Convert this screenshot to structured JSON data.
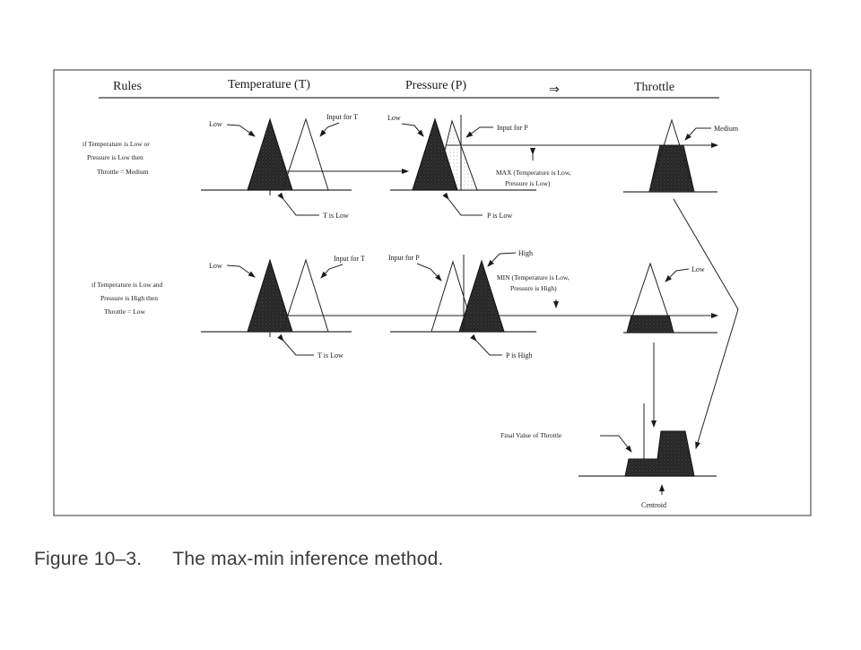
{
  "header": {
    "rules": "Rules",
    "temperature": "Temperature (T)",
    "pressure": "Pressure (P)",
    "implies": "⇒",
    "throttle": "Throttle"
  },
  "rule1": {
    "text": [
      "if Temperature is Low or",
      "Pressure is Low then",
      "Throttle = Medium"
    ],
    "t_low": "Low",
    "input_t": "Input for T",
    "t_is_low": "T is Low",
    "p_low": "Low",
    "input_p": "Input for P",
    "max_lines": [
      "MAX (Temperature is Low,",
      "Pressure is Low)"
    ],
    "p_is_low": "P is Low",
    "medium": "Medium"
  },
  "rule2": {
    "text": [
      "if Temperature is Low and",
      "Pressure is High then",
      "Throttle = Low"
    ],
    "t_low": "Low",
    "input_t": "Input for T",
    "t_is_low": "T is Low",
    "input_p": "Input for P",
    "high": "High",
    "min_lines": [
      "MIN (Temperature is Low,",
      "Pressure is High)"
    ],
    "p_is_high": "P is High",
    "low": "Low"
  },
  "result": {
    "final_value": "Final Value of Throttle",
    "centroid": "Centroid"
  },
  "caption": {
    "number": "Figure 10–3.",
    "title": "The max-min inference method."
  }
}
